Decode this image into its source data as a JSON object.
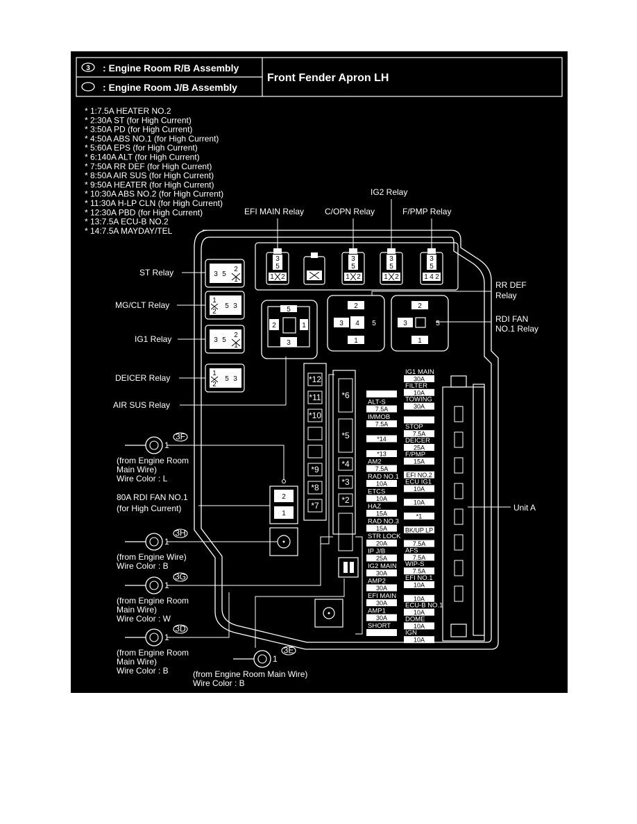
{
  "header": {
    "symbol_rb": "3",
    "rb_label": ": Engine Room R/B Assembly",
    "jb_label": ": Engine Room J/B Assembly",
    "title": "Front Fender Apron LH"
  },
  "fuse_list": [
    "* 1:7.5A HEATER NO.2",
    "* 2:30A ST (for High Current)",
    "* 3:50A PD (for High Current)",
    "* 4:50A ABS NO.1 (for High Current)",
    "* 5:60A EPS (for High Current)",
    "* 6:140A ALT (for High Current)",
    "* 7:50A RR DEF (for High Current)",
    "* 8:50A AIR SUS (for High Current)",
    "* 9:50A HEATER (for High Current)",
    "* 10:30A ABS NO.2 (for High Current)",
    "* 11:30A H-LP CLN (for High Current)",
    "* 12:30A PBD (for High Current)",
    "* 13:7.5A ECU-B NO.2",
    "* 14:7.5A MAYDAY/TEL"
  ],
  "relays": {
    "efi_main": "EFI MAIN Relay",
    "c_opn": "C/OPN Relay",
    "ig2": "IG2 Relay",
    "f_pmp": "F/PMP Relay",
    "st": "ST Relay",
    "mg_clt": "MG/CLT Relay",
    "ig1": "IG1 Relay",
    "deicer": "DEICER Relay",
    "air_sus": "AIR SUS Relay",
    "rr_def": "RR DEF\nRelay",
    "rr_def_l1": "RR DEF",
    "rr_def_l2": "Relay",
    "rdi_fan_l1": "RDI FAN",
    "rdi_fan_l2": "NO.1 Relay"
  },
  "connectors": {
    "c3f": {
      "tag": "3F",
      "pin": "1",
      "l1": "(from Engine Room",
      "l2": "Main Wire)",
      "l3": "Wire Color : L"
    },
    "c3h": {
      "tag": "3H",
      "pin": "1",
      "l1": "(from Engine Wire)",
      "l2": "Wire Color : B"
    },
    "c3g": {
      "tag": "3G",
      "pin": "1",
      "l1": "(from Engine Room",
      "l2": "Main Wire)",
      "l3": "Wire Color : W"
    },
    "c3d": {
      "tag": "3D",
      "pin": "1",
      "l1": "(from Engine Room",
      "l2": "Main Wire)",
      "l3": "Wire Color : B"
    },
    "c3e": {
      "tag": "3E",
      "pin": "1",
      "l1": "(from Engine Room Main Wire)",
      "l2": "Wire Color : B"
    }
  },
  "rdi_fuse": {
    "l1": "80A RDI FAN NO.1",
    "l2": "(for High Current)",
    "pin2": "2",
    "pin1": "1"
  },
  "unit_a": "Unit A",
  "hc_fuses": {
    "left": [
      "*12",
      "*11",
      "*10",
      "",
      "",
      "*9",
      "*8",
      "*7"
    ],
    "mid": [
      "*6",
      "*5",
      "*4",
      "*3",
      "*2"
    ]
  },
  "left_fuse_col": [
    {
      "name": "",
      "amp": ""
    },
    {
      "name": "ALT-S",
      "amp": "7.5A"
    },
    {
      "name": "IMMOB",
      "amp": "7.5A"
    },
    {
      "name": "",
      "amp": "*14"
    },
    {
      "name": "",
      "amp": "*13"
    },
    {
      "name": "AM2",
      "amp": "7.5A"
    },
    {
      "name": "RAD NO.1",
      "amp": "10A"
    },
    {
      "name": "ETCS",
      "amp": "10A"
    },
    {
      "name": "HAZ",
      "amp": "15A"
    },
    {
      "name": "RAD NO.3",
      "amp": "15A"
    },
    {
      "name": "STR LOCK",
      "amp": "20A"
    },
    {
      "name": "IP J/B",
      "amp": "25A"
    },
    {
      "name": "IG2 MAIN",
      "amp": "30A"
    },
    {
      "name": "AMP2",
      "amp": "30A"
    },
    {
      "name": "EFI MAIN",
      "amp": "30A"
    },
    {
      "name": "AMP1",
      "amp": "30A"
    },
    {
      "name": "SHORT",
      "amp": ""
    }
  ],
  "right_fuse_col": [
    {
      "name": "IG1 MAIN",
      "amp": "30A"
    },
    {
      "name": "FILTER",
      "amp": "10A"
    },
    {
      "name": "TOWING",
      "amp": "30A"
    },
    {
      "name": "",
      "amp": ""
    },
    {
      "name": "STOP",
      "amp": "7.5A"
    },
    {
      "name": "DEICER",
      "amp": "25A"
    },
    {
      "name": "F/PMP",
      "amp": "15A"
    },
    {
      "name": "",
      "amp": "EFI NO.2"
    },
    {
      "name": "ECU IG1",
      "amp": "10A"
    },
    {
      "name": "",
      "amp": "10A"
    },
    {
      "name": "",
      "amp": "*1"
    },
    {
      "name": "",
      "amp": "BK/UP LP"
    },
    {
      "name": "",
      "amp": "7.5A"
    },
    {
      "name": "AFS",
      "amp": "7.5A"
    },
    {
      "name": "WIP-S",
      "amp": "7.5A"
    },
    {
      "name": "EFI NO.1",
      "amp": "10A"
    },
    {
      "name": "",
      "amp": "10A"
    },
    {
      "name": "ECU-B NO.1",
      "amp": "10A"
    },
    {
      "name": "DOME",
      "amp": "10A"
    },
    {
      "name": "IGN",
      "amp": "10A"
    }
  ],
  "relay_pins": {
    "efi": [
      "3",
      "5",
      "1",
      "2"
    ],
    "copn": [
      "3",
      "5",
      "1",
      "2"
    ],
    "ig2": [
      "3",
      "5",
      "1",
      "2"
    ],
    "fpmp": [
      "3",
      "5",
      "1",
      "4",
      "2"
    ],
    "st": [
      "3",
      "5",
      "2",
      "1"
    ],
    "mgclt": [
      "1",
      "5",
      "3",
      "2"
    ],
    "ig1": [
      "3",
      "5",
      "2",
      "1"
    ],
    "deicer": [
      "1",
      "5",
      "3",
      "2"
    ],
    "airsus": [
      "5",
      "2",
      "1",
      "3"
    ],
    "rrdef": [
      "2",
      "3",
      "4",
      "5",
      "1"
    ],
    "rdifan": [
      "2",
      "3",
      "5",
      "1"
    ]
  }
}
